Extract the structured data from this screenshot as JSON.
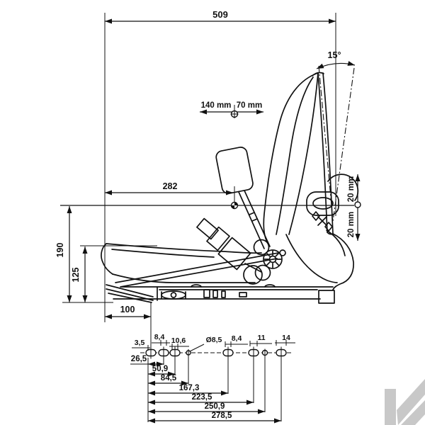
{
  "dims": {
    "overall_width": "509",
    "tilt": "15°",
    "travel_back": "140 mm",
    "travel_fwd": "70 mm",
    "sip_depth": "282",
    "stroke_up": "20 mm",
    "stroke_down": "20 mm",
    "height_full": "190",
    "height_mid": "125",
    "front_len": "100"
  },
  "holes": {
    "labels_top": [
      "3,5",
      "8,4",
      "10,6",
      "Ø8,5",
      "8,4",
      "11",
      "14"
    ],
    "spacings": [
      "26,5",
      "50,9",
      "84,5",
      "167,3",
      "223,5",
      "250,9",
      "278,5"
    ]
  },
  "colors": {
    "line": "#111111",
    "watermark": "#c8c8c8",
    "background": "#ffffff"
  }
}
